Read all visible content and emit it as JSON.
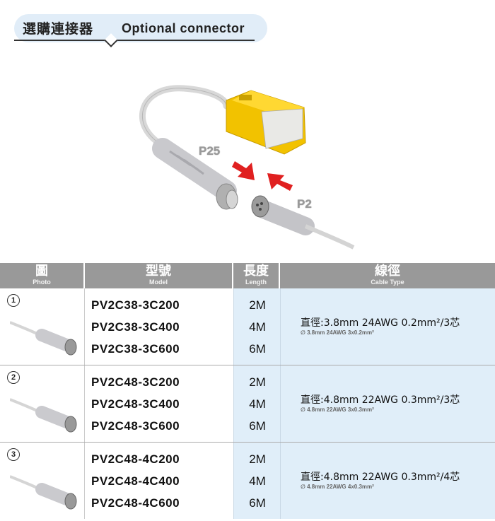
{
  "header": {
    "title_zh": "選購連接器",
    "title_en": "Optional connector"
  },
  "hero": {
    "label_p25": "P25",
    "label_p2": "P2"
  },
  "table": {
    "headers": [
      {
        "zh": "圖",
        "en": "Photo"
      },
      {
        "zh": "型號",
        "en": "Model"
      },
      {
        "zh": "長度",
        "en": "Length"
      },
      {
        "zh": "線徑",
        "en": "Cable Type"
      }
    ],
    "rows": [
      {
        "num": "1",
        "models": [
          "PV2C38-3C200",
          "PV2C38-3C400",
          "PV2C38-3C600"
        ],
        "lengths": [
          "2M",
          "4M",
          "6M"
        ],
        "spec": "直徑:3.8mm  24AWG  0.2mm²/3芯",
        "spec_sub": "∅ 3.8mm 24AWG 3x0.2mm²"
      },
      {
        "num": "2",
        "models": [
          "PV2C48-3C200",
          "PV2C48-3C400",
          "PV2C48-3C600"
        ],
        "lengths": [
          "2M",
          "4M",
          "6M"
        ],
        "spec": "直徑:4.8mm  22AWG  0.3mm²/3芯",
        "spec_sub": "∅ 4.8mm 22AWG 3x0.3mm²"
      },
      {
        "num": "3",
        "models": [
          "PV2C48-4C200",
          "PV2C48-4C400",
          "PV2C48-4C600"
        ],
        "lengths": [
          "2M",
          "4M",
          "6M"
        ],
        "spec": "直徑:4.8mm  22AWG  0.3mm²/4芯",
        "spec_sub": "∅ 4.8mm 22AWG 4x0.3mm²"
      }
    ]
  }
}
